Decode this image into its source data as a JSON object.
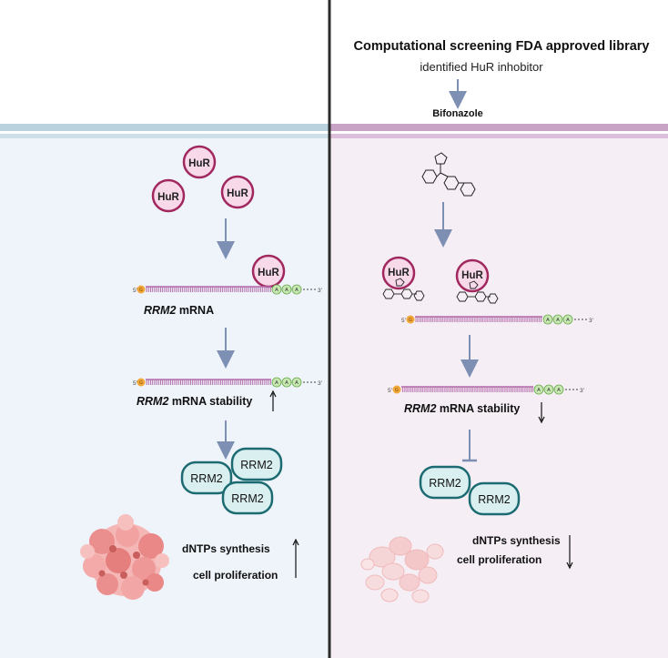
{
  "header": {
    "title": "Computational screening FDA approved library",
    "subtitle": "identified HuR inhobitor",
    "drug": "Bifonazole"
  },
  "left": {
    "hur_label": "HuR",
    "mrna_gene": "RRM2",
    "mrna_word": " mRNA",
    "stability_gene": "RRM2",
    "stability_word": " mRNA  stability",
    "rrm2_label": "RRM2",
    "dntps": "dNTPs synthesis",
    "prolif": "cell proliferation",
    "cap": "G",
    "five": "5'",
    "three": "3'",
    "polyA": "A"
  },
  "right": {
    "hur_label": "HuR",
    "stability_gene": "RRM2",
    "stability_word": " mRNA  stability",
    "rrm2_label": "RRM2",
    "dntps": "dNTPs synthesis",
    "prolif": "cell proliferation"
  },
  "colors": {
    "left_bg": "#eef4fa",
    "right_bg": "#f6eef5",
    "left_band": "#b9d2de",
    "right_band": "#c9a3c6",
    "hur_fill": "#f7d9e9",
    "hur_stroke": "#a0285f",
    "rrm2_fill": "#d9eff0",
    "rrm2_stroke": "#1d6b72",
    "arrow": "#7d8fb3",
    "mrna": "#b26aa9",
    "cap": "#f2a73b",
    "polyA": "#c6e8b0"
  }
}
